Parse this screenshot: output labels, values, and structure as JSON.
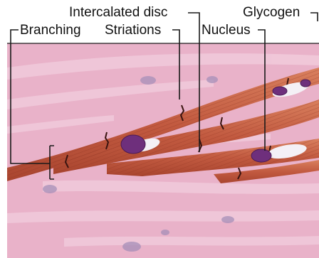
{
  "labels": {
    "intercalated_disc": "Intercalated disc",
    "glycogen": "Glycogen",
    "branching": "Branching",
    "striations": "Striations",
    "nucleus": "Nucleus"
  },
  "colors": {
    "tissue_background": "#e9b2c9",
    "pale_fibers": "#f1cadb",
    "cardiac_muscle": "#c25a40",
    "cardiac_muscle_light": "#d9805e",
    "nucleus": "#6e2f7c",
    "glycogen": "#f4f0f6",
    "leader_lines": "#1a1a1a"
  }
}
